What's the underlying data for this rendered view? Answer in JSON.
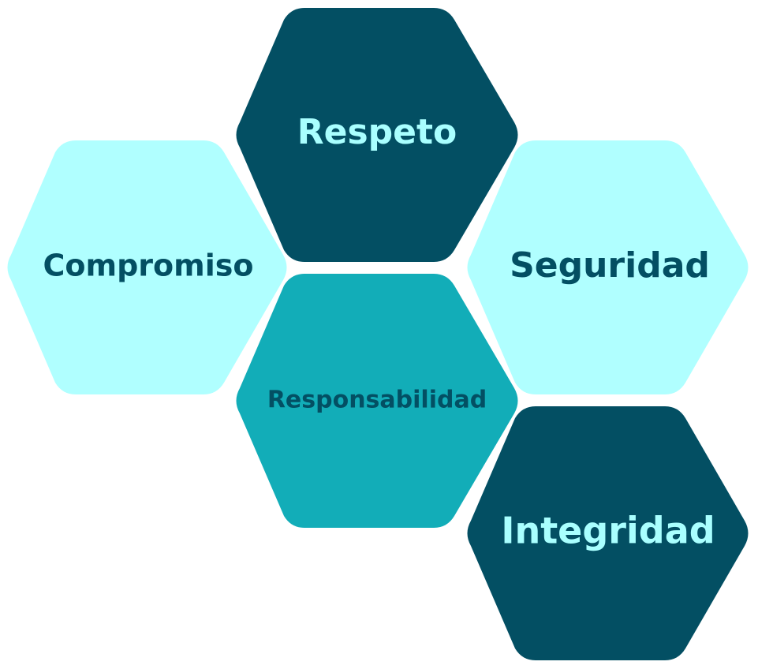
{
  "colors": {
    "dark_teal": "#034f63",
    "light_cyan": "#b0ffff",
    "mid_teal": "#12adb8",
    "text_light": "#a9ffff",
    "text_dark": "#034f63"
  },
  "values": {
    "respeto": "Respeto",
    "compromiso": "Compromiso",
    "seguridad": "Seguridad",
    "responsabilidad": "Responsabilidad",
    "integridad": "Integridad"
  }
}
